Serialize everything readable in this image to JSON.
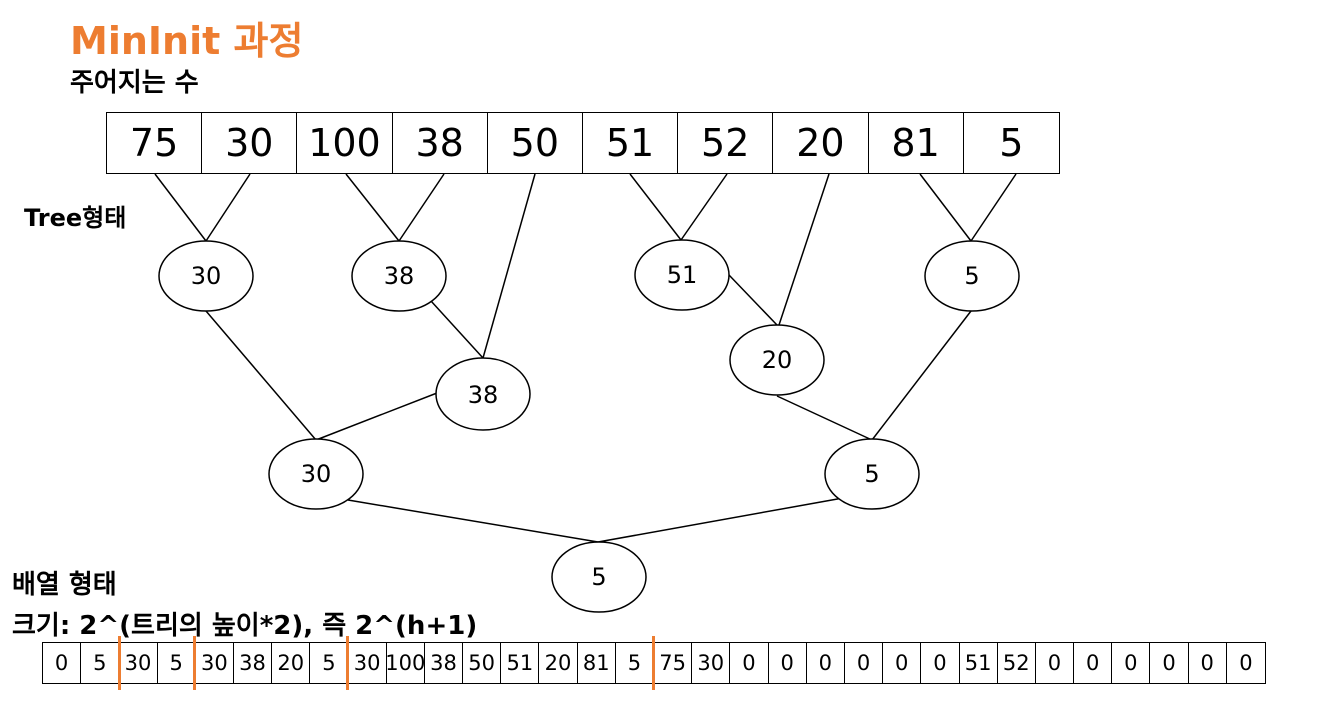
{
  "title": "MinInit 과정",
  "given_label": "주어지는 수",
  "tree_label": "Tree형태",
  "array_label": "배열 형태",
  "size_label": "크기: 2^(트리의 높이*2), 즉 2^(h+1)",
  "input_values": [
    "75",
    "30",
    "100",
    "38",
    "50",
    "51",
    "52",
    "20",
    "81",
    "5"
  ],
  "tree_nodes": {
    "l1_a": "30",
    "l1_b": "38",
    "l1_c": "51",
    "l1_d": "5",
    "l2_a": "38",
    "l2_b": "20",
    "l3_a": "30",
    "l3_b": "5",
    "root": "5"
  },
  "array_values": [
    "0",
    "5",
    "30",
    "5",
    "30",
    "38",
    "20",
    "5",
    "30",
    "100",
    "38",
    "50",
    "51",
    "20",
    "81",
    "5",
    "75",
    "30",
    "0",
    "0",
    "0",
    "0",
    "0",
    "0",
    "51",
    "52",
    "0",
    "0",
    "0",
    "0",
    "0",
    "0"
  ],
  "accent_color": "#ED7D31"
}
